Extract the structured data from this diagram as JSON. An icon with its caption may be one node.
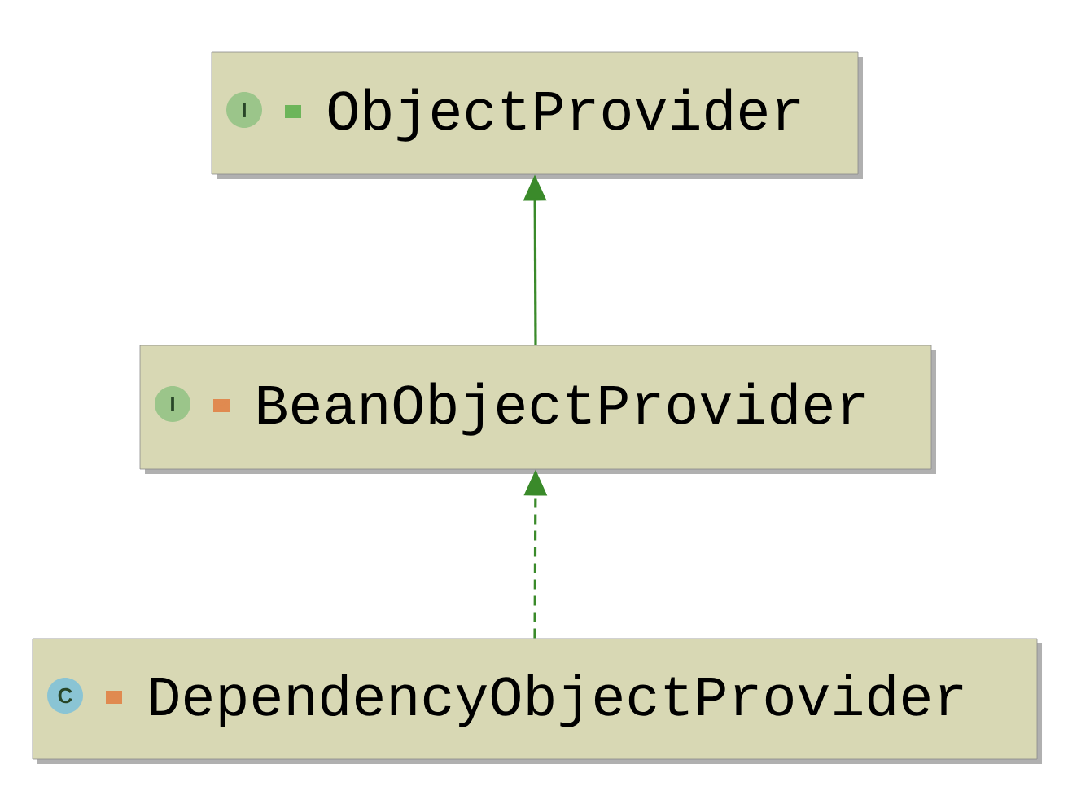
{
  "diagram": {
    "nodes": [
      {
        "text": [
          "I",
          "ObjectProvider"
        ]
      },
      {
        "text": [
          "I",
          "BeanObjectProvider"
        ]
      },
      {
        "text": [
          "C",
          "DependencyObjectProvider"
        ]
      }
    ],
    "edges": [
      {
        "from": 1,
        "to": 0,
        "arrow": "to"
      },
      {
        "from": 2,
        "to": 1,
        "arrow": "to",
        "style": "dashed"
      }
    ]
  }
}
